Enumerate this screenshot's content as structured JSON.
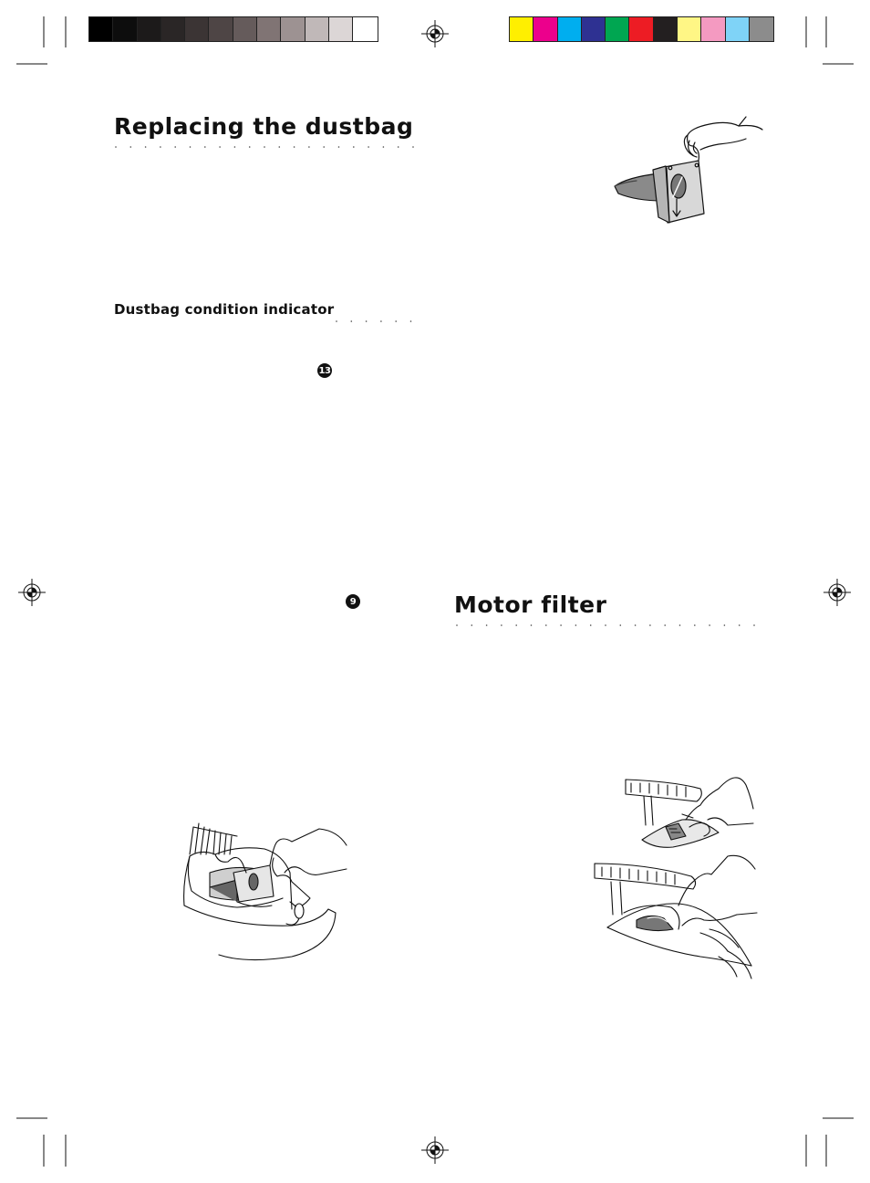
{
  "print_marks": {
    "grayscale_swatches": [
      "#000000",
      "#0d0d0d",
      "#1c1a1a",
      "#2a2626",
      "#3b3434",
      "#4e4545",
      "#655b5b",
      "#807474",
      "#9d9292",
      "#c0b8b8",
      "#dcd6d6",
      "#ffffff"
    ],
    "color_swatches": [
      "#ffef00",
      "#ec008c",
      "#00aeef",
      "#2e3192",
      "#00a651",
      "#ed1c24",
      "#231f20",
      "#fff685",
      "#f49ac1",
      "#7fd3f7",
      "#8c8c8c"
    ]
  },
  "sections": {
    "replacing": {
      "title": "Replacing the dustbag"
    },
    "indicator": {
      "title": "Dustbag condition indicator",
      "ref_number": "13"
    },
    "step_ref": {
      "ref_number": "9"
    },
    "motor": {
      "title": "Motor filter"
    }
  },
  "icons": {
    "registration": "registration-mark-icon",
    "number_badge": "numbered-circle-icon"
  }
}
